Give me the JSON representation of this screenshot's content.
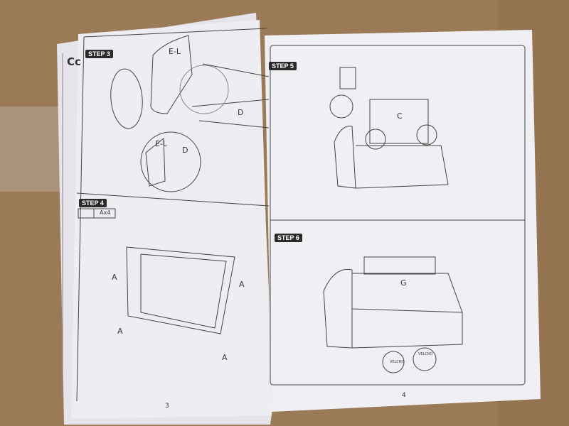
{
  "left_page": {
    "edge_text": "Cc",
    "step3": {
      "label": "STEP 3",
      "part_top": "E-L",
      "part_right": "D",
      "detail_part_left": "E-L",
      "detail_part_right": "D"
    },
    "step4": {
      "label": "STEP 4",
      "hardware_qty": "Ax4",
      "bolt_label": "A"
    },
    "page_number": "3"
  },
  "right_page": {
    "step5": {
      "label": "STEP 5",
      "part": "C"
    },
    "step6": {
      "label": "STEP 6",
      "part": "G",
      "velcro_left": "VELCRO",
      "velcro_right": "VELCRO"
    },
    "page_number": "4"
  },
  "colors": {
    "cardboard": "#9b7b57",
    "paper": "#ecebf0",
    "badge": "#2a2a2a"
  }
}
